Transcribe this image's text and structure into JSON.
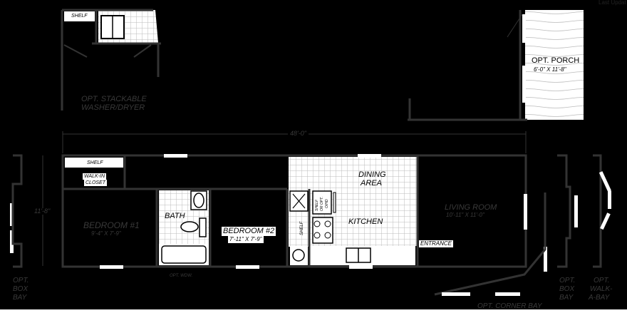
{
  "header": {
    "last_updated_label": "Last Updat"
  },
  "overall": {
    "length_dimension": "48'-0\"",
    "width_dimension": "11'-8\""
  },
  "options": {
    "washer_dryer": {
      "line1": "OPT. STACKABLE",
      "line2": "WASHER/DRYER",
      "shelf_label": "SHELF"
    },
    "porch": {
      "name": "OPT. PORCH",
      "size": "6'-0\" X 11'-8\""
    },
    "box_bay_left": {
      "line1": "OPT.",
      "line2": "BOX",
      "line3": "BAY"
    },
    "box_bay_right": {
      "line1": "OPT.",
      "line2": "BOX",
      "line3": "BAY"
    },
    "walk_a_bay": {
      "line1": "OPT.",
      "line2": "WALK-",
      "line3": "A-BAY"
    },
    "corner_bay": {
      "label": "OPT. CORNER BAY"
    },
    "window": {
      "label": "OPT. WDW."
    }
  },
  "rooms": {
    "shelf": {
      "label": "SHELF"
    },
    "walk_in_closet": {
      "line1": "WALK-IN",
      "line2": "CLOSET"
    },
    "bedroom1": {
      "name": "BEDROOM #1",
      "size": "9'-4\" X 7'-9\""
    },
    "bath": {
      "name": "BATH"
    },
    "bedroom2": {
      "name": "BEDROOM #2",
      "size": "7'-11\" X 7'-9\""
    },
    "dining": {
      "line1": "DINING",
      "line2": "AREA"
    },
    "kitchen": {
      "name": "KITCHEN",
      "shelf_label": "SHELF",
      "shelf_opt_line1": "SHELF",
      "shelf_opt_line2": "OR OPT.",
      "shelf_opt_line3": "O/HD"
    },
    "living": {
      "name": "LIVING ROOM",
      "size": "10'-11\" X 11'-0\""
    },
    "entrance": {
      "label": "ENTRANCE"
    }
  },
  "colors": {
    "background": "#000000",
    "wall": "#333333",
    "fixture": "#ffffff",
    "label_dim": "#3a3a3a"
  }
}
